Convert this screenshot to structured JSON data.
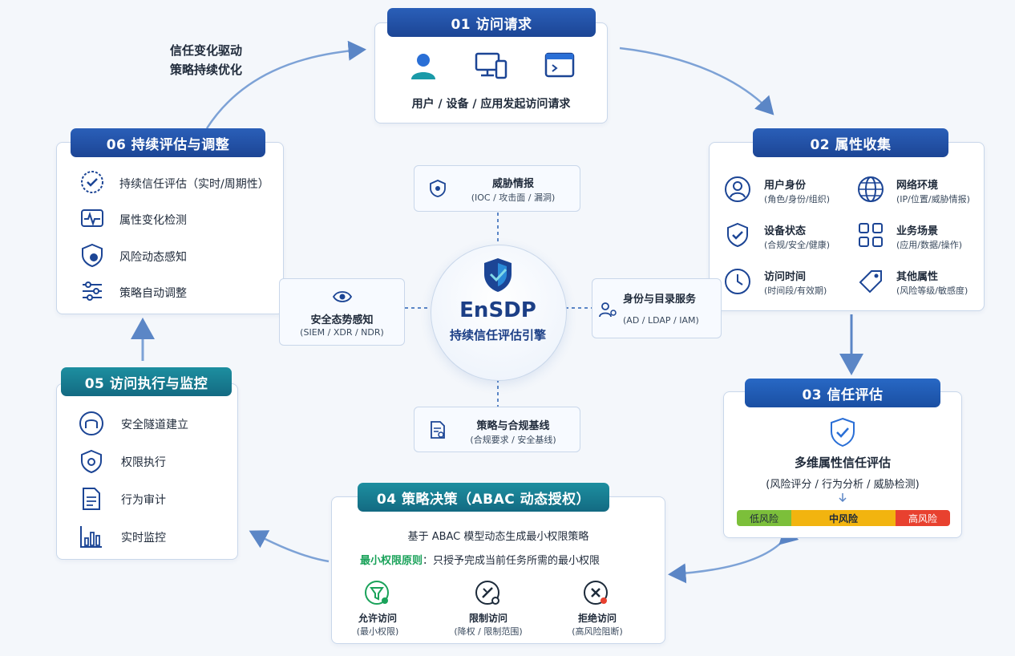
{
  "feedback_label": {
    "line1": "信任变化驱动",
    "line2": "策略持续优化"
  },
  "step01": {
    "title": "01 访问请求",
    "caption": "用户 / 设备 / 应用发起访问请求"
  },
  "step02": {
    "title": "02 属性收集",
    "items": [
      {
        "label": "用户身份",
        "desc": "(角色/身份/组织)",
        "icon": "user-circle-icon"
      },
      {
        "label": "网络环境",
        "desc": "(IP/位置/威胁情报)",
        "icon": "globe-icon"
      },
      {
        "label": "设备状态",
        "desc": "(合规/安全/健康)",
        "icon": "shield-check-icon"
      },
      {
        "label": "业务场景",
        "desc": "(应用/数据/操作)",
        "icon": "grid-icon"
      },
      {
        "label": "访问时间",
        "desc": "(时间段/有效期)",
        "icon": "clock-icon"
      },
      {
        "label": "其他属性",
        "desc": "(风险等级/敏感度)",
        "icon": "tag-icon"
      }
    ]
  },
  "step03": {
    "title": "03 信任评估",
    "heading": "多维属性信任评估",
    "sub": "(风险评分 / 行为分析 / 威胁检测)",
    "risk": {
      "low": "低风险",
      "mid": "中风险",
      "high": "高风险"
    },
    "colors": {
      "low": "#7cbf3a",
      "mid": "#f2b40f",
      "high": "#e8412f"
    }
  },
  "step04": {
    "title": "04 策略决策（ABAC 动态授权）",
    "line1": "基于 ABAC 模型动态生成最小权限策略",
    "principle_label": "最小权限原则",
    "principle_text": "：只授予完成当前任务所需的最小权限",
    "options": [
      {
        "label": "允许访问",
        "desc": "(最小权限)",
        "icon": "allow-filter-icon"
      },
      {
        "label": "限制访问",
        "desc": "(降权 / 限制范围)",
        "icon": "restrict-icon"
      },
      {
        "label": "拒绝访问",
        "desc": "(高风险阻断)",
        "icon": "deny-icon"
      }
    ]
  },
  "step05": {
    "title": "05 访问执行与监控",
    "items": [
      {
        "label": "安全隧道建立",
        "icon": "tunnel-icon"
      },
      {
        "label": "权限执行",
        "icon": "shield-exec-icon"
      },
      {
        "label": "行为审计",
        "icon": "document-icon"
      },
      {
        "label": "实时监控",
        "icon": "bar-chart-icon"
      }
    ]
  },
  "step06": {
    "title": "06 持续评估与调整",
    "items": [
      {
        "label": "持续信任评估（实时/周期性）",
        "icon": "check-circle-icon"
      },
      {
        "label": "属性变化检测",
        "icon": "pulse-icon"
      },
      {
        "label": "风险动态感知",
        "icon": "shield-risk-icon"
      },
      {
        "label": "策略自动调整",
        "icon": "sliders-icon"
      }
    ]
  },
  "center": {
    "name": "EnSDP",
    "subtitle": "持续信任评估引擎"
  },
  "feeds": {
    "threat": {
      "label": "威胁情报",
      "desc": "(IOC / 攻击面 / 漏洞)"
    },
    "identity": {
      "label": "身份与目录服务",
      "desc": "(AD / LDAP / IAM)"
    },
    "policy": {
      "label": "策略与合规基线",
      "desc": "(合规要求 / 安全基线)"
    },
    "situation": {
      "label": "安全态势感知",
      "desc": "(SIEM / XDR / NDR)"
    }
  },
  "colors": {
    "brand": "#1c4595",
    "accent": "#2a6fd6",
    "teal": "#136a82",
    "green": "#1aa25a"
  }
}
